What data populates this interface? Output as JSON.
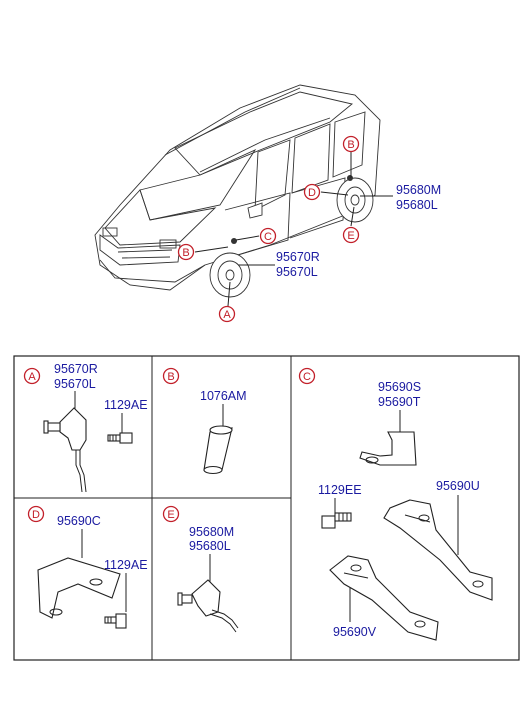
{
  "vehicle_callouts": {
    "A": "A",
    "B1": "B",
    "B2": "B",
    "C": "C",
    "D": "D",
    "E": "E"
  },
  "vehicle_parts": {
    "front_upper": "95670R",
    "front_lower": "95670L",
    "rear_upper": "95680M",
    "rear_lower": "95680L"
  },
  "panels": {
    "A": {
      "letter": "A",
      "parts": [
        "95670R",
        "95670L",
        "1129AE"
      ]
    },
    "B": {
      "letter": "B",
      "parts": [
        "1076AM"
      ]
    },
    "C": {
      "letter": "C",
      "parts": [
        "95690S",
        "95690T",
        "1129EE",
        "95690U",
        "95690V"
      ]
    },
    "D": {
      "letter": "D",
      "parts": [
        "95690C",
        "1129AE"
      ]
    },
    "E": {
      "letter": "E",
      "parts": [
        "95680M",
        "95680L"
      ]
    }
  },
  "colors": {
    "part_number": "#1a1aa0",
    "callout": "#c2202a",
    "line": "#222222"
  }
}
